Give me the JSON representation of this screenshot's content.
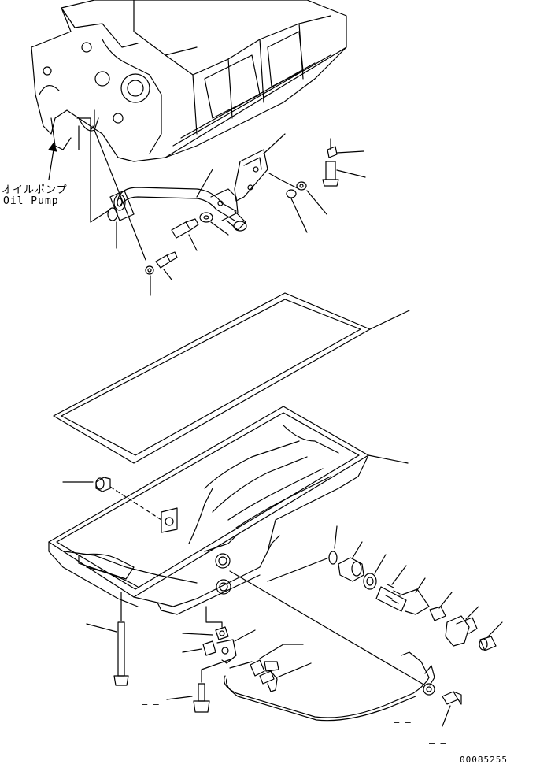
{
  "labels": {
    "oil_pump_jp": "オイルポンプ",
    "oil_pump_en": "Oil Pump",
    "drawing_number": "00085255",
    "dash_a": "– –",
    "dash_b": "– –",
    "dash_c": "– –"
  },
  "colors": {
    "line": "#000000",
    "background": "#ffffff"
  }
}
